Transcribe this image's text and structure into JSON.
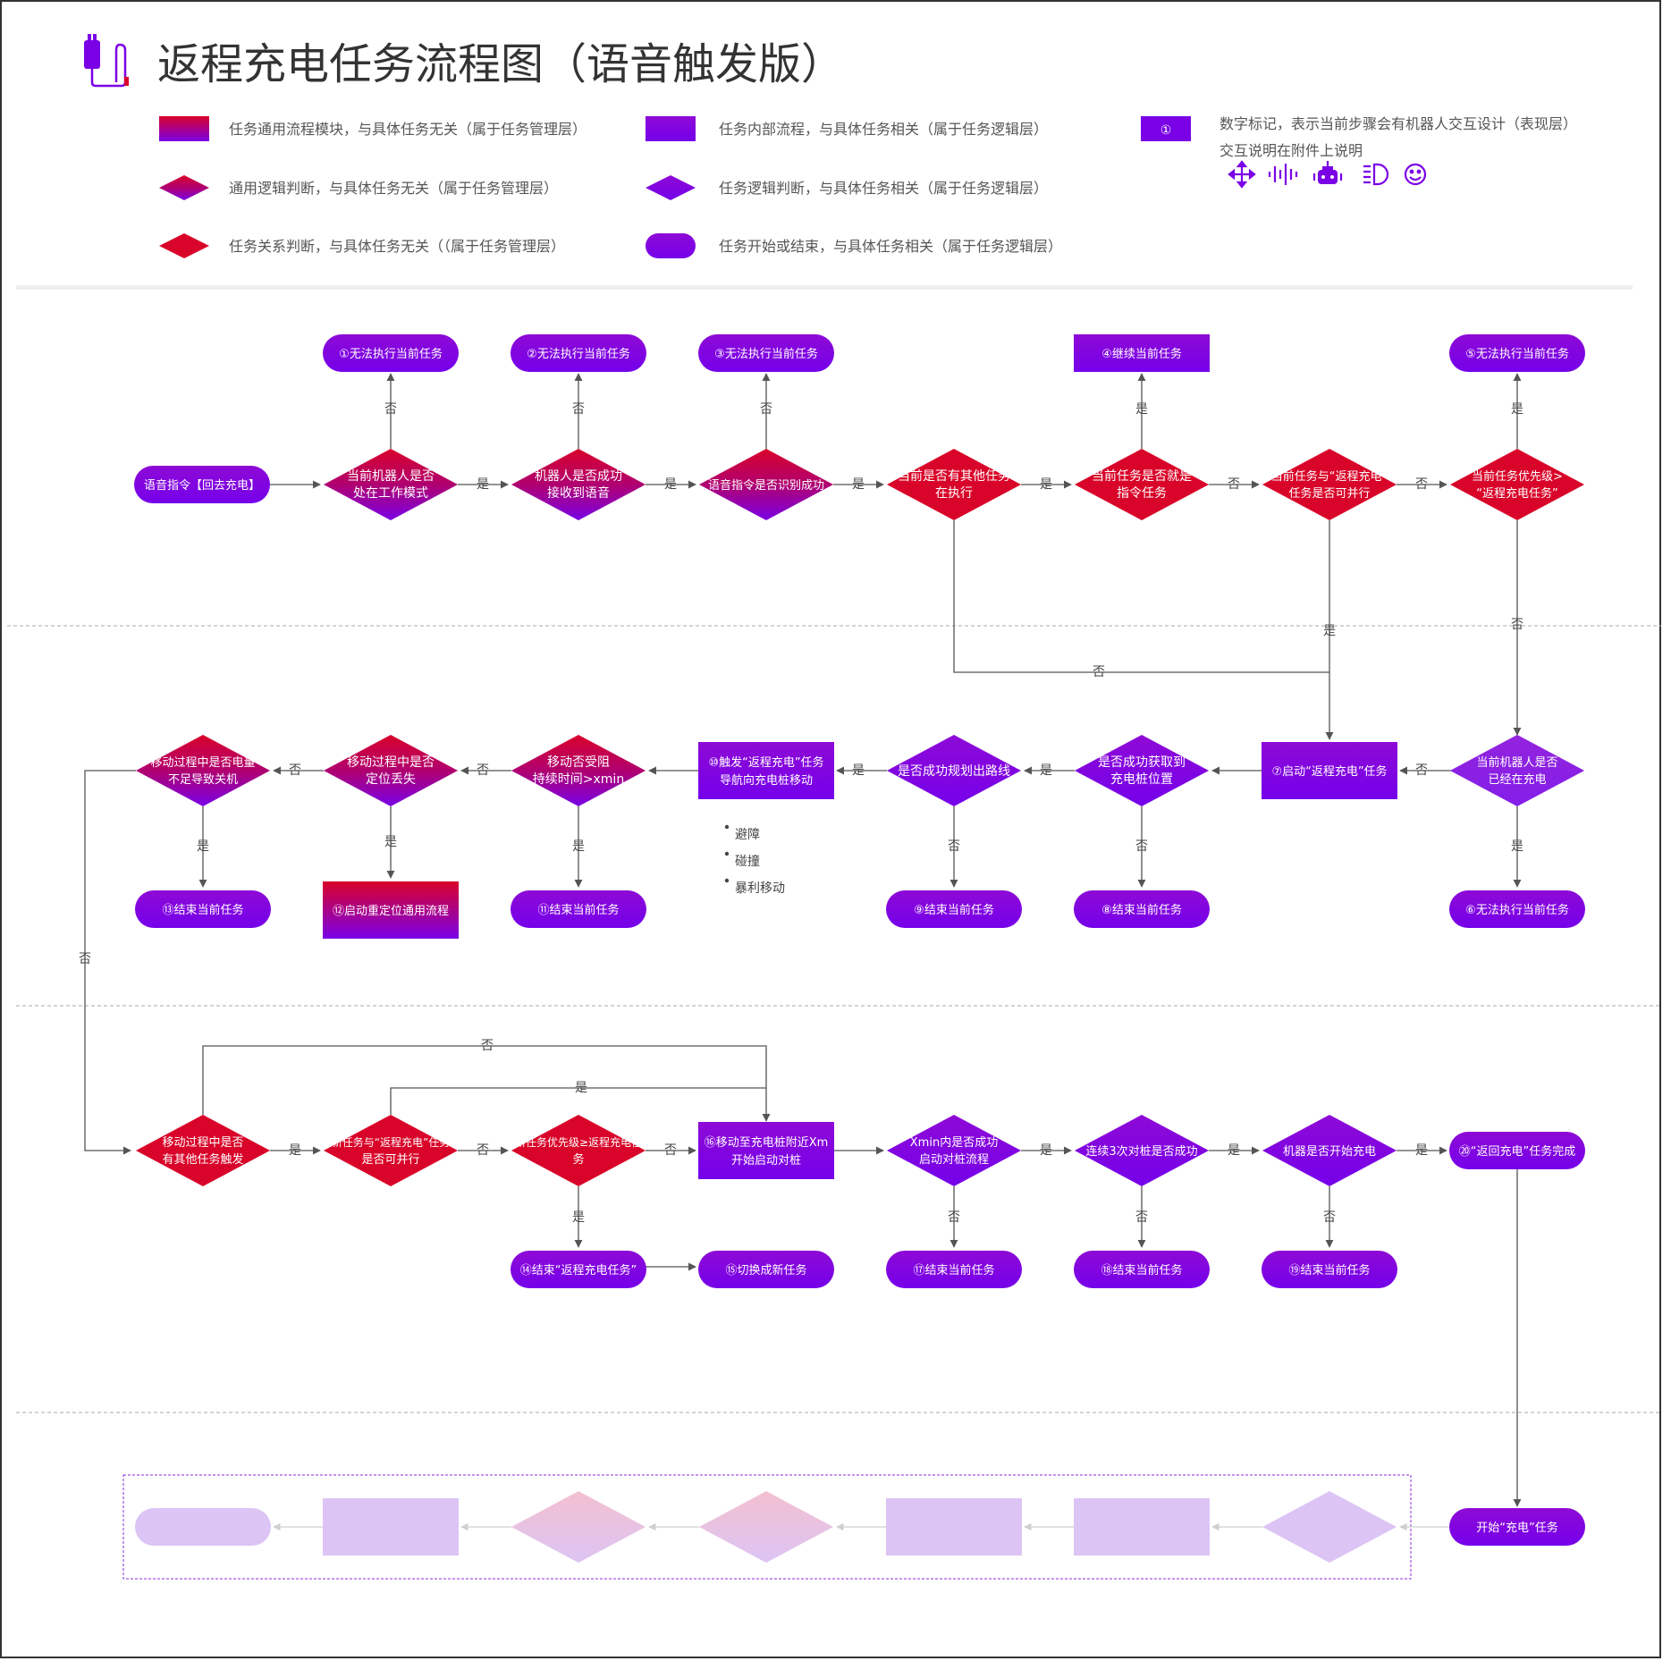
{
  "title": "返程充电任务流程图（语音触发版）",
  "legend": {
    "generic_module": "任务通用流程模块，与具体任务无关（属于任务管理层）",
    "internal_flow": "任务内部流程，与具体任务相关（属于任务逻辑层）",
    "number_mark_badge": "①",
    "number_mark_line1": "数字标记，表示当前步骤会有机器人交互设计（表现层）",
    "number_mark_line2": "交互说明在附件上说明",
    "generic_judgement": "通用逻辑判断，与具体任务无关（属于任务管理层）",
    "task_judgement": "任务逻辑判断，与具体任务相关（属于任务逻辑层）",
    "relation_judgement": "任务关系判断，与具体任务无关（（属于任务管理层）",
    "start_end": "任务开始或结束，与具体任务相关（属于任务逻辑层）",
    "interaction_icons": [
      "move-icon",
      "voice-wave-icon",
      "robot-icon",
      "light-icon",
      "smile-icon"
    ]
  },
  "colors": {
    "purple": "#7a00e6",
    "violet": "#8e0ad6",
    "red": "#d90429",
    "magenta": "#b0006e",
    "faded_purple": "#d9c2f5",
    "faded_pink": "#f0c2d8",
    "line": "#666666"
  },
  "nodes": {
    "voice_cmd": "语音指令【回去充电】",
    "d_workmode": [
      "当前机器人是否",
      "处在工作模式"
    ],
    "d_voice_received": [
      "机器人是否成功",
      "接收到语音"
    ],
    "d_voice_recognized": [
      "语音指令是否识别成功"
    ],
    "d_other_task": [
      "当前是否有其他任务",
      "在执行"
    ],
    "d_is_cmd_task": [
      "当前任务是否就是",
      "指令任务"
    ],
    "d_parallel_1": [
      "当前任务与“返程充电”",
      "任务是否可并行"
    ],
    "d_priority_1": [
      "当前任务优先级>",
      "“返程充电任务”"
    ],
    "end1": "①无法执行当前任务",
    "end2": "②无法执行当前任务",
    "end3": "③无法执行当前任务",
    "end4": "④继续当前任务",
    "end5": "⑤无法执行当前任务",
    "d_charging": [
      "当前机器人是否",
      "已经在充电"
    ],
    "end6": "⑥无法执行当前任务",
    "start_charge_task": "⑦启动“返程充电”任务",
    "d_pile_pos": [
      "是否成功获取到",
      "充电桩位置"
    ],
    "end8": "⑧结束当前任务",
    "d_route": [
      "是否成功规划出路线"
    ],
    "end9": "⑨结束当前任务",
    "nav_move": [
      "⑩触发“返程充电”任务",
      "导航向充电桩移动"
    ],
    "nav_notes": [
      "避障",
      "碰撞",
      "暴利移动"
    ],
    "d_blocked": [
      "移动否受阻",
      "持续时间>xmin"
    ],
    "end11": "⑪结束当前任务",
    "d_loc_lost": [
      "移动过程中是否",
      "定位丢失"
    ],
    "relocate": "⑫启动重定位通用流程",
    "d_low_power": [
      "移动过程中是否电量",
      "不足导致关机"
    ],
    "end13": "⑬结束当前任务",
    "d_other_trigger": [
      "移动过程中是否",
      "有其他任务触发"
    ],
    "d_parallel_2": [
      "新任务与“返程充电”任务",
      "是否可并行"
    ],
    "d_priority_2": [
      "新任务优先级≥返程充电任",
      "务"
    ],
    "end14": "⑭结束“返程充电任务”",
    "switch_task": "⑮切换成新任务",
    "move_near": [
      "⑯移动至充电桩附近Xm",
      "开始启动对桩"
    ],
    "d_xmin_dock": [
      "Xmin内是否成功",
      "启动对桩流程"
    ],
    "end17": "⑰结束当前任务",
    "d_dock3": [
      "连续3次对桩是否成功"
    ],
    "end18": "⑱结束当前任务",
    "d_start_charge": [
      "机器是否开始充电"
    ],
    "end19": "⑲结束当前任务",
    "done20": "⑳“返回充电”任务完成",
    "start_charging": "开始“充电”任务"
  },
  "labels": {
    "yes": "是",
    "no": "否"
  }
}
